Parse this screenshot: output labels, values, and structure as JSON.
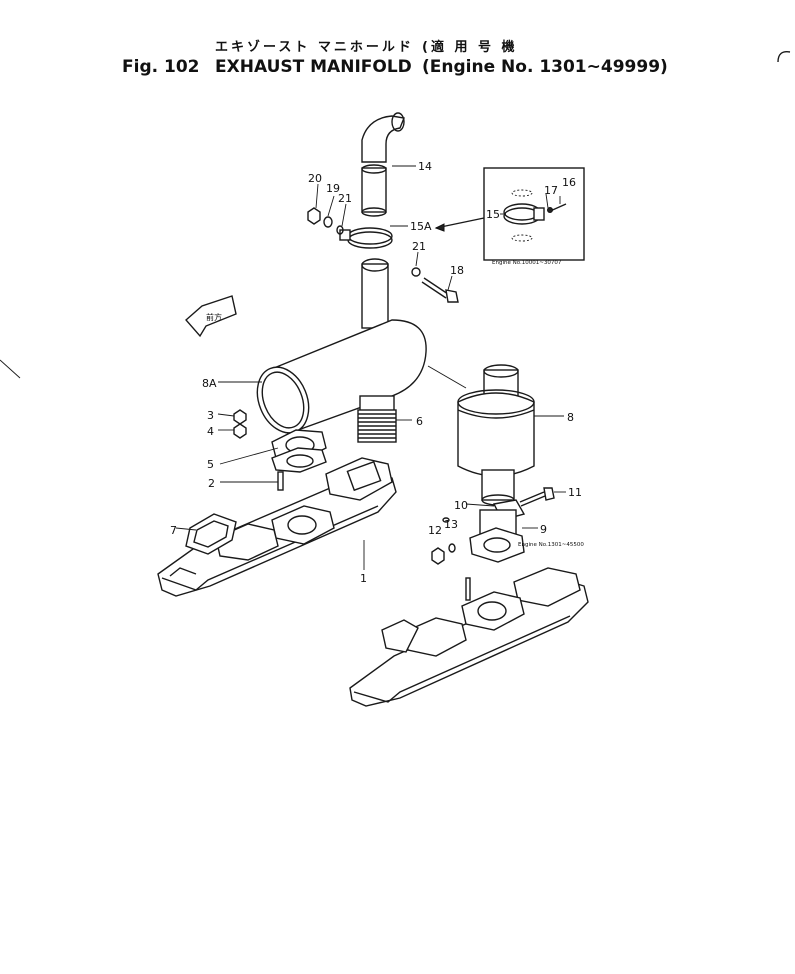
{
  "header": {
    "fig_label": "Fig. 102",
    "title_jp": "エキゾースト マニホールド",
    "title_en": "EXHAUST MANIFOLD",
    "serial_jp": "(適 用 号 機",
    "serial_en": "(Engine No. 1301~49999)"
  },
  "direction_tag": "前方",
  "callouts": [
    "1",
    "2",
    "3",
    "4",
    "5",
    "6",
    "7",
    "8",
    "8A",
    "9",
    "10",
    "11",
    "12",
    "13",
    "14",
    "15",
    "15A",
    "16",
    "17",
    "18",
    "19",
    "20",
    "21",
    "21"
  ],
  "notes": {
    "inset_serial": "Engine No.10001~30707",
    "part9_serial": "Engine No.1301~45500"
  }
}
